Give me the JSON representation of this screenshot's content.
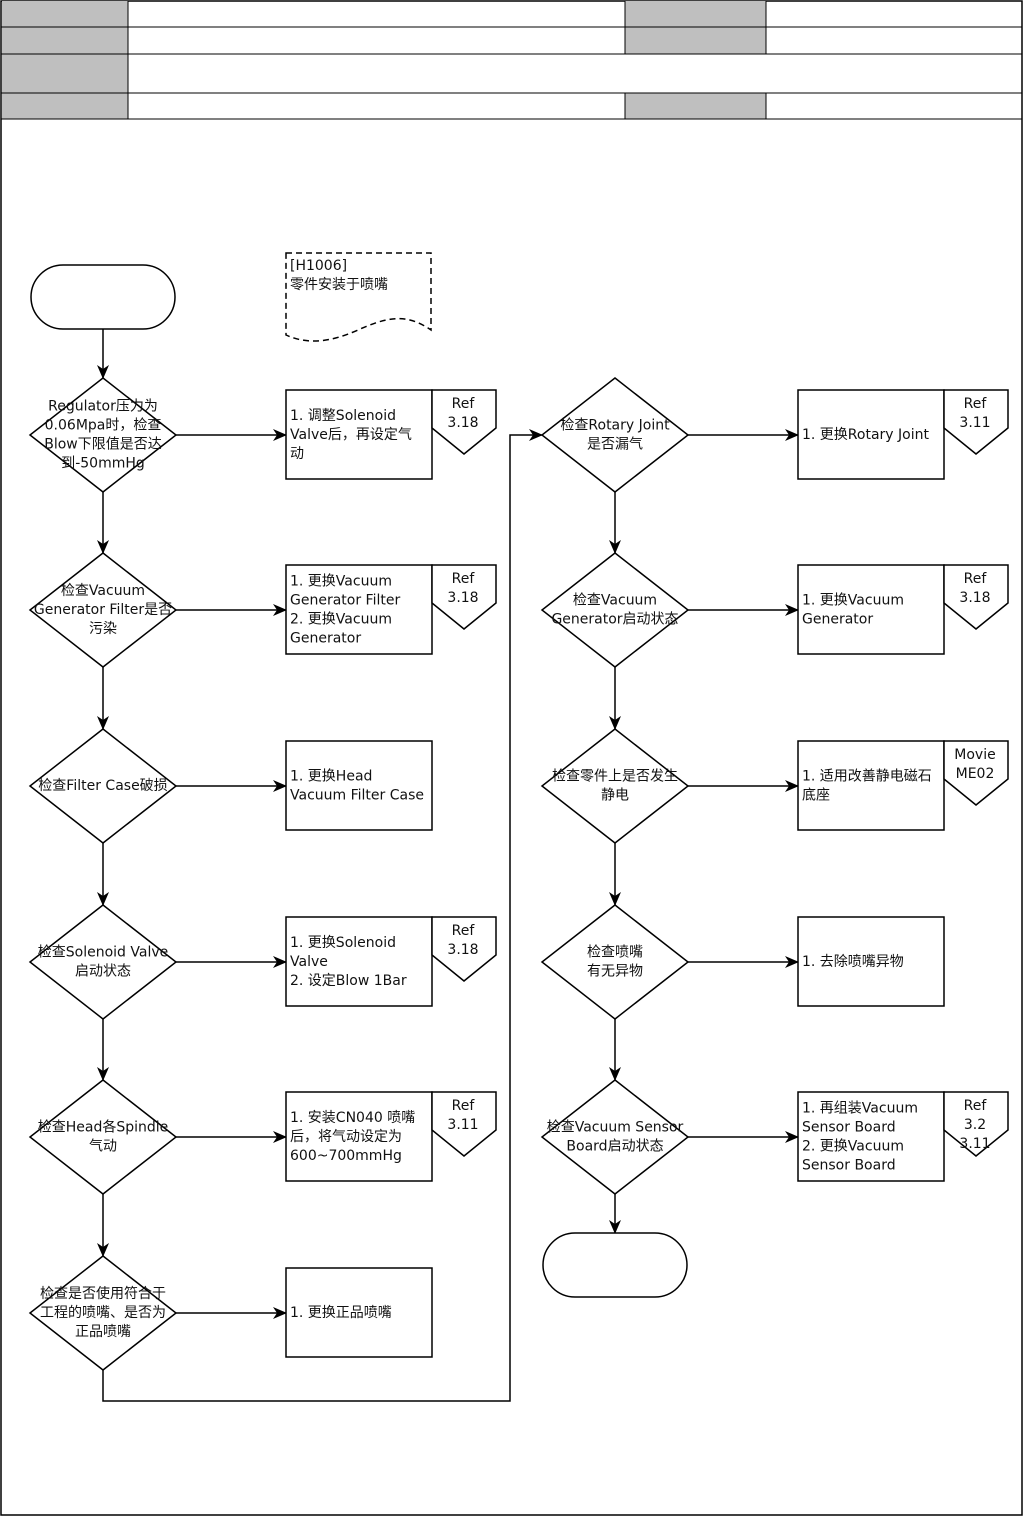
{
  "header": {
    "rows": [
      {
        "label": "",
        "value": "",
        "label2": "",
        "value2": ""
      },
      {
        "label": "",
        "value": "",
        "label2": "",
        "value2": ""
      },
      {
        "label": "",
        "value": ""
      },
      {
        "label": "",
        "value": "",
        "label2": "",
        "value2": ""
      }
    ]
  },
  "note": {
    "lines": [
      "[H1006]",
      "零件安装于喷嘴"
    ]
  },
  "terminals": {
    "start": "",
    "end": ""
  },
  "left_column": [
    {
      "decision": [
        "Regulator压力为",
        "0.06Mpa时，检查",
        "Blow下限值是否达",
        "到-50mmHg"
      ],
      "action": [
        "1. 调整Solenoid",
        "Valve后，再设定气",
        "动"
      ],
      "ref": [
        "Ref",
        "3.18"
      ]
    },
    {
      "decision": [
        "检查Vacuum",
        "Generator Filter是否",
        "污染"
      ],
      "action": [
        "1. 更换Vacuum",
        "Generator Filter",
        "2. 更换Vacuum",
        "Generator"
      ],
      "ref": [
        "Ref",
        "3.18"
      ]
    },
    {
      "decision": [
        "检查Filter Case破损"
      ],
      "action": [
        "1. 更换Head",
        "Vacuum Filter Case"
      ],
      "ref": []
    },
    {
      "decision": [
        "检查Solenoid Valve",
        "启动状态"
      ],
      "action": [
        "1. 更换Solenoid",
        "Valve",
        "2. 设定Blow 1Bar"
      ],
      "ref": [
        "Ref",
        "3.18"
      ]
    },
    {
      "decision": [
        "检查Head各Spindle",
        "气动"
      ],
      "action": [
        "1. 安装CN040 喷嘴",
        "后，将气动设定为",
        "600~700mmHg"
      ],
      "ref": [
        "Ref",
        "3.11"
      ]
    },
    {
      "decision": [
        "检查是否使用符合于",
        "工程的喷嘴、是否为",
        "正品喷嘴"
      ],
      "action": [
        "1. 更换正品喷嘴"
      ],
      "ref": []
    }
  ],
  "right_column": [
    {
      "decision": [
        "检查Rotary Joint",
        "是否漏气"
      ],
      "action": [
        "1. 更换Rotary Joint"
      ],
      "ref": [
        "Ref",
        "3.11"
      ]
    },
    {
      "decision": [
        "检查Vacuum",
        "Generator启动状态"
      ],
      "action": [
        "1. 更换Vacuum",
        "Generator"
      ],
      "ref": [
        "Ref",
        "3.18"
      ]
    },
    {
      "decision": [
        "检查零件上是否发生",
        "静电"
      ],
      "action": [
        "1. 适用改善静电磁石",
        "底座"
      ],
      "ref": [
        "Movie",
        "ME02"
      ]
    },
    {
      "decision": [
        "检查喷嘴",
        "有无异物"
      ],
      "action": [
        "1. 去除喷嘴异物"
      ],
      "ref": []
    },
    {
      "decision": [
        "检查Vacuum Sensor",
        "Board启动状态"
      ],
      "action": [
        "1. 再组装Vacuum",
        "Sensor Board",
        "2. 更换Vacuum",
        "Sensor Board"
      ],
      "ref": [
        "Ref",
        "3.2",
        "3.11"
      ]
    }
  ],
  "colors": {
    "header_label_bg": "#bfbfbf",
    "line": "#000000",
    "note_border": "#000000"
  }
}
